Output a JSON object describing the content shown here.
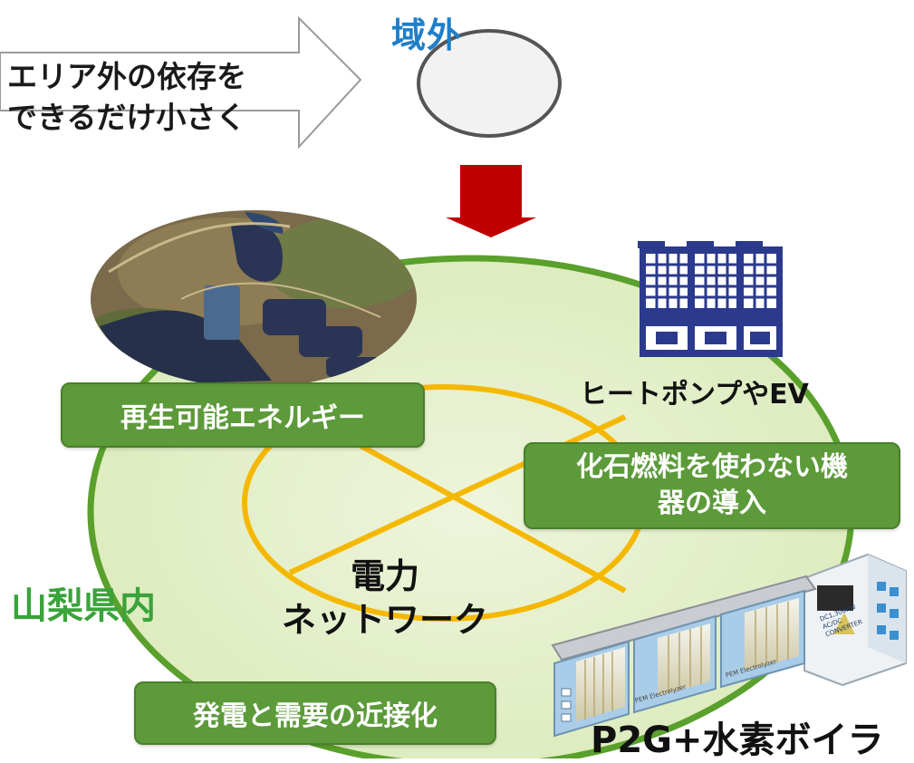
{
  "arrow_text": {
    "line1": "エリア外の依存を",
    "line2": "できるだけ小さく"
  },
  "outside": {
    "label": "域外"
  },
  "region": {
    "label": "山梨県内"
  },
  "boxes": {
    "renewable": "再生可能エネルギー",
    "no_fossil_line1": "化石燃料を使わない機",
    "no_fossil_line2": "器の導入",
    "proximity": "発電と需要の近接化"
  },
  "network": {
    "line1": "電力",
    "line2": "ネットワーク"
  },
  "heatpump": {
    "label": "ヒートポンプやEV"
  },
  "p2g": {
    "label": "P2G+水素ボイラ"
  },
  "electrolyzer": {
    "converter_line1": "DC1,300KW",
    "converter_line2": "AC/DC",
    "converter_line3": "CONVERTER",
    "cell_label": "PEM Electrolyzer"
  },
  "colors": {
    "outside_title": "#1f7fc8",
    "region_title": "#3aa33a",
    "green_box": "#5c9a3a",
    "network_ring": "#f5b800",
    "down_arrow": "#c00000",
    "heatpump_unit": "#2b3a8c"
  },
  "icons": [
    "right-arrow-icon",
    "down-arrow-icon",
    "solar-farm-photo",
    "heat-pump-icon",
    "electrolyzer-icon"
  ]
}
